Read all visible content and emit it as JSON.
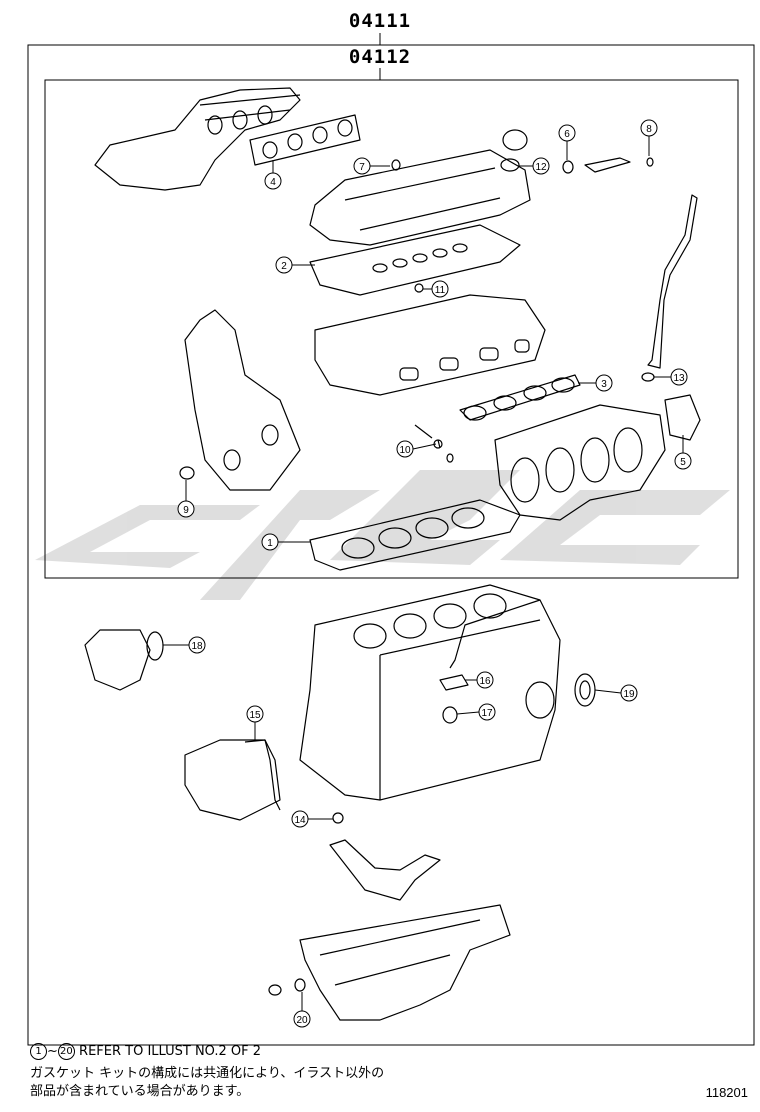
{
  "kits": {
    "outer_code": "04111",
    "inner_code": "04112"
  },
  "callouts": [
    "1",
    "2",
    "3",
    "4",
    "5",
    "6",
    "7",
    "8",
    "9",
    "10",
    "11",
    "12",
    "13",
    "14",
    "15",
    "16",
    "17",
    "18",
    "19",
    "20"
  ],
  "footnote": {
    "range_start": "1",
    "range_sep": "~",
    "range_end": "20",
    "line1_text": " REFER TO ILLUST NO.2 OF 2",
    "line2": "ガスケット キットの構成には共通化により、イラスト以外の",
    "line3": "部品が含まれている場合があります。"
  },
  "figure_id": "118201",
  "colors": {
    "line": "#000000",
    "watermark": "#d9d9d9"
  }
}
